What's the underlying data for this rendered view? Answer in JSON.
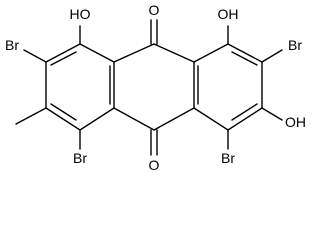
{
  "molecule": {
    "labels": {
      "o_top": "O",
      "o_bottom": "O",
      "oh_top_left": "HO",
      "oh_top_right": "OH",
      "oh_right": "OH",
      "br_left": "Br",
      "br_right": "Br",
      "br_bottom_left": "Br",
      "br_bottom_right": "Br"
    }
  }
}
